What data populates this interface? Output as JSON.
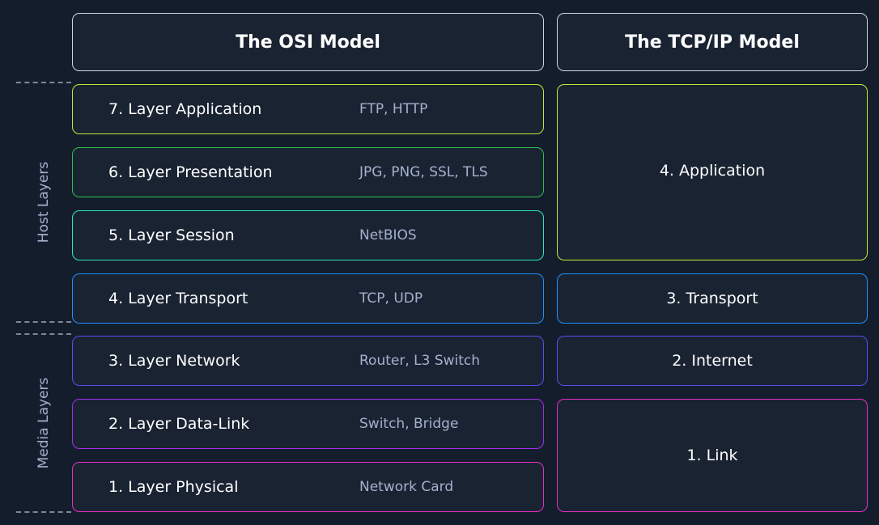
{
  "headers": {
    "osi": "The OSI Model",
    "tcpip": "The TCP/IP Model"
  },
  "side_labels": {
    "host": "Host Layers",
    "media": "Media Layers"
  },
  "osi_layers": [
    {
      "name": "7. Layer Application",
      "protocols": "FTP, HTTP",
      "color": "#c5e834"
    },
    {
      "name": "6. Layer Presentation",
      "protocols": "JPG, PNG, SSL, TLS",
      "color": "#2fbf4a"
    },
    {
      "name": "5. Layer Session",
      "protocols": "NetBIOS",
      "color": "#2ee6c0"
    },
    {
      "name": "4. Layer Transport",
      "protocols": "TCP, UDP",
      "color": "#1f8fff"
    },
    {
      "name": "3. Layer Network",
      "protocols": "Router, L3 Switch",
      "color": "#5b4cf0"
    },
    {
      "name": "2. Layer Data-Link",
      "protocols": "Switch, Bridge",
      "color": "#a22cf0"
    },
    {
      "name": "1. Layer Physical",
      "protocols": "Network Card",
      "color": "#e62fc6"
    }
  ],
  "tcpip_layers": [
    {
      "name": "4. Application",
      "color": "#c5e834"
    },
    {
      "name": "3. Transport",
      "color": "#1f8fff"
    },
    {
      "name": "2. Internet",
      "color": "#5b4cf0"
    },
    {
      "name": "1. Link",
      "color": "#e62fc6"
    }
  ]
}
